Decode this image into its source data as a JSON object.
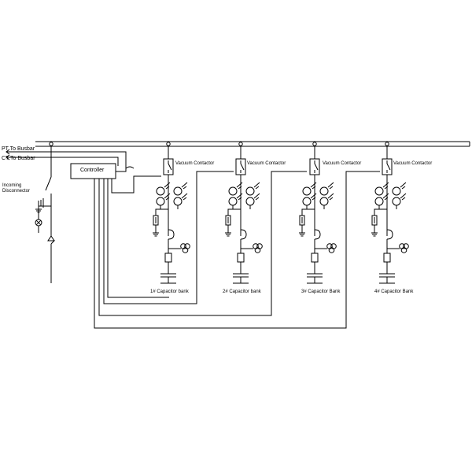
{
  "labels": {
    "pt_to_busbar": "PT To Busbar",
    "ct_to_busbar": "CT To Busbar",
    "controller": "Controller",
    "incoming_line1": "Incoming",
    "incoming_line2": "Disconnector",
    "vacuum_contactor": "Vacuum Contactor"
  },
  "branches": [
    {
      "bank_label": "1# Capacitor bank"
    },
    {
      "bank_label": "2# Capacitor bank"
    },
    {
      "bank_label": "3# Capacitor Bank"
    },
    {
      "bank_label": "4# Capacitor Bank"
    }
  ],
  "colors": {
    "line": "#000000",
    "background": "#ffffff"
  }
}
